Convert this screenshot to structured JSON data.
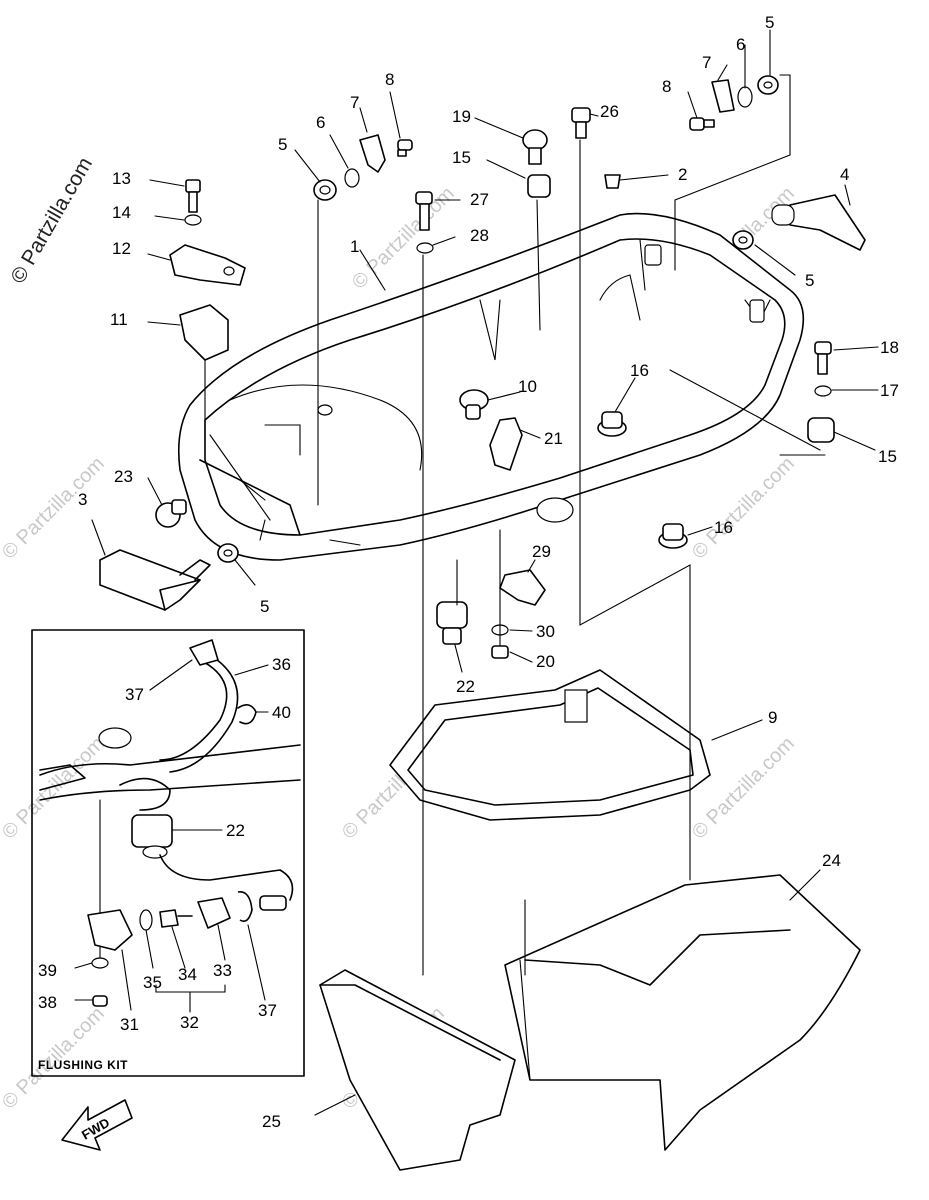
{
  "copyright_text": "© Partzilla.com",
  "watermark_text": "© Partzilla.com",
  "flushing_kit_label": "FLUSHING KIT",
  "forward_label": "FWD",
  "callouts": {
    "p1": "1",
    "p2": "2",
    "p3": "3",
    "p4": "4",
    "p5a": "5",
    "p5b": "5",
    "p5c": "5",
    "p5d": "5",
    "p6a": "6",
    "p6b": "6",
    "p7a": "7",
    "p7b": "7",
    "p8a": "8",
    "p8b": "8",
    "p9": "9",
    "p10": "10",
    "p11": "11",
    "p12": "12",
    "p13": "13",
    "p14": "14",
    "p15a": "15",
    "p15b": "15",
    "p16a": "16",
    "p16b": "16",
    "p17": "17",
    "p18": "18",
    "p19": "19",
    "p20": "20",
    "p21": "21",
    "p22a": "22",
    "p22b": "22",
    "p23": "23",
    "p24": "24",
    "p25": "25",
    "p26": "26",
    "p27": "27",
    "p28": "28",
    "p29": "29",
    "p30": "30",
    "p31": "31",
    "p32": "32",
    "p33": "33",
    "p34": "34",
    "p35": "35",
    "p36": "36",
    "p37a": "37",
    "p37b": "37",
    "p38": "38",
    "p39": "39",
    "p40": "40"
  }
}
